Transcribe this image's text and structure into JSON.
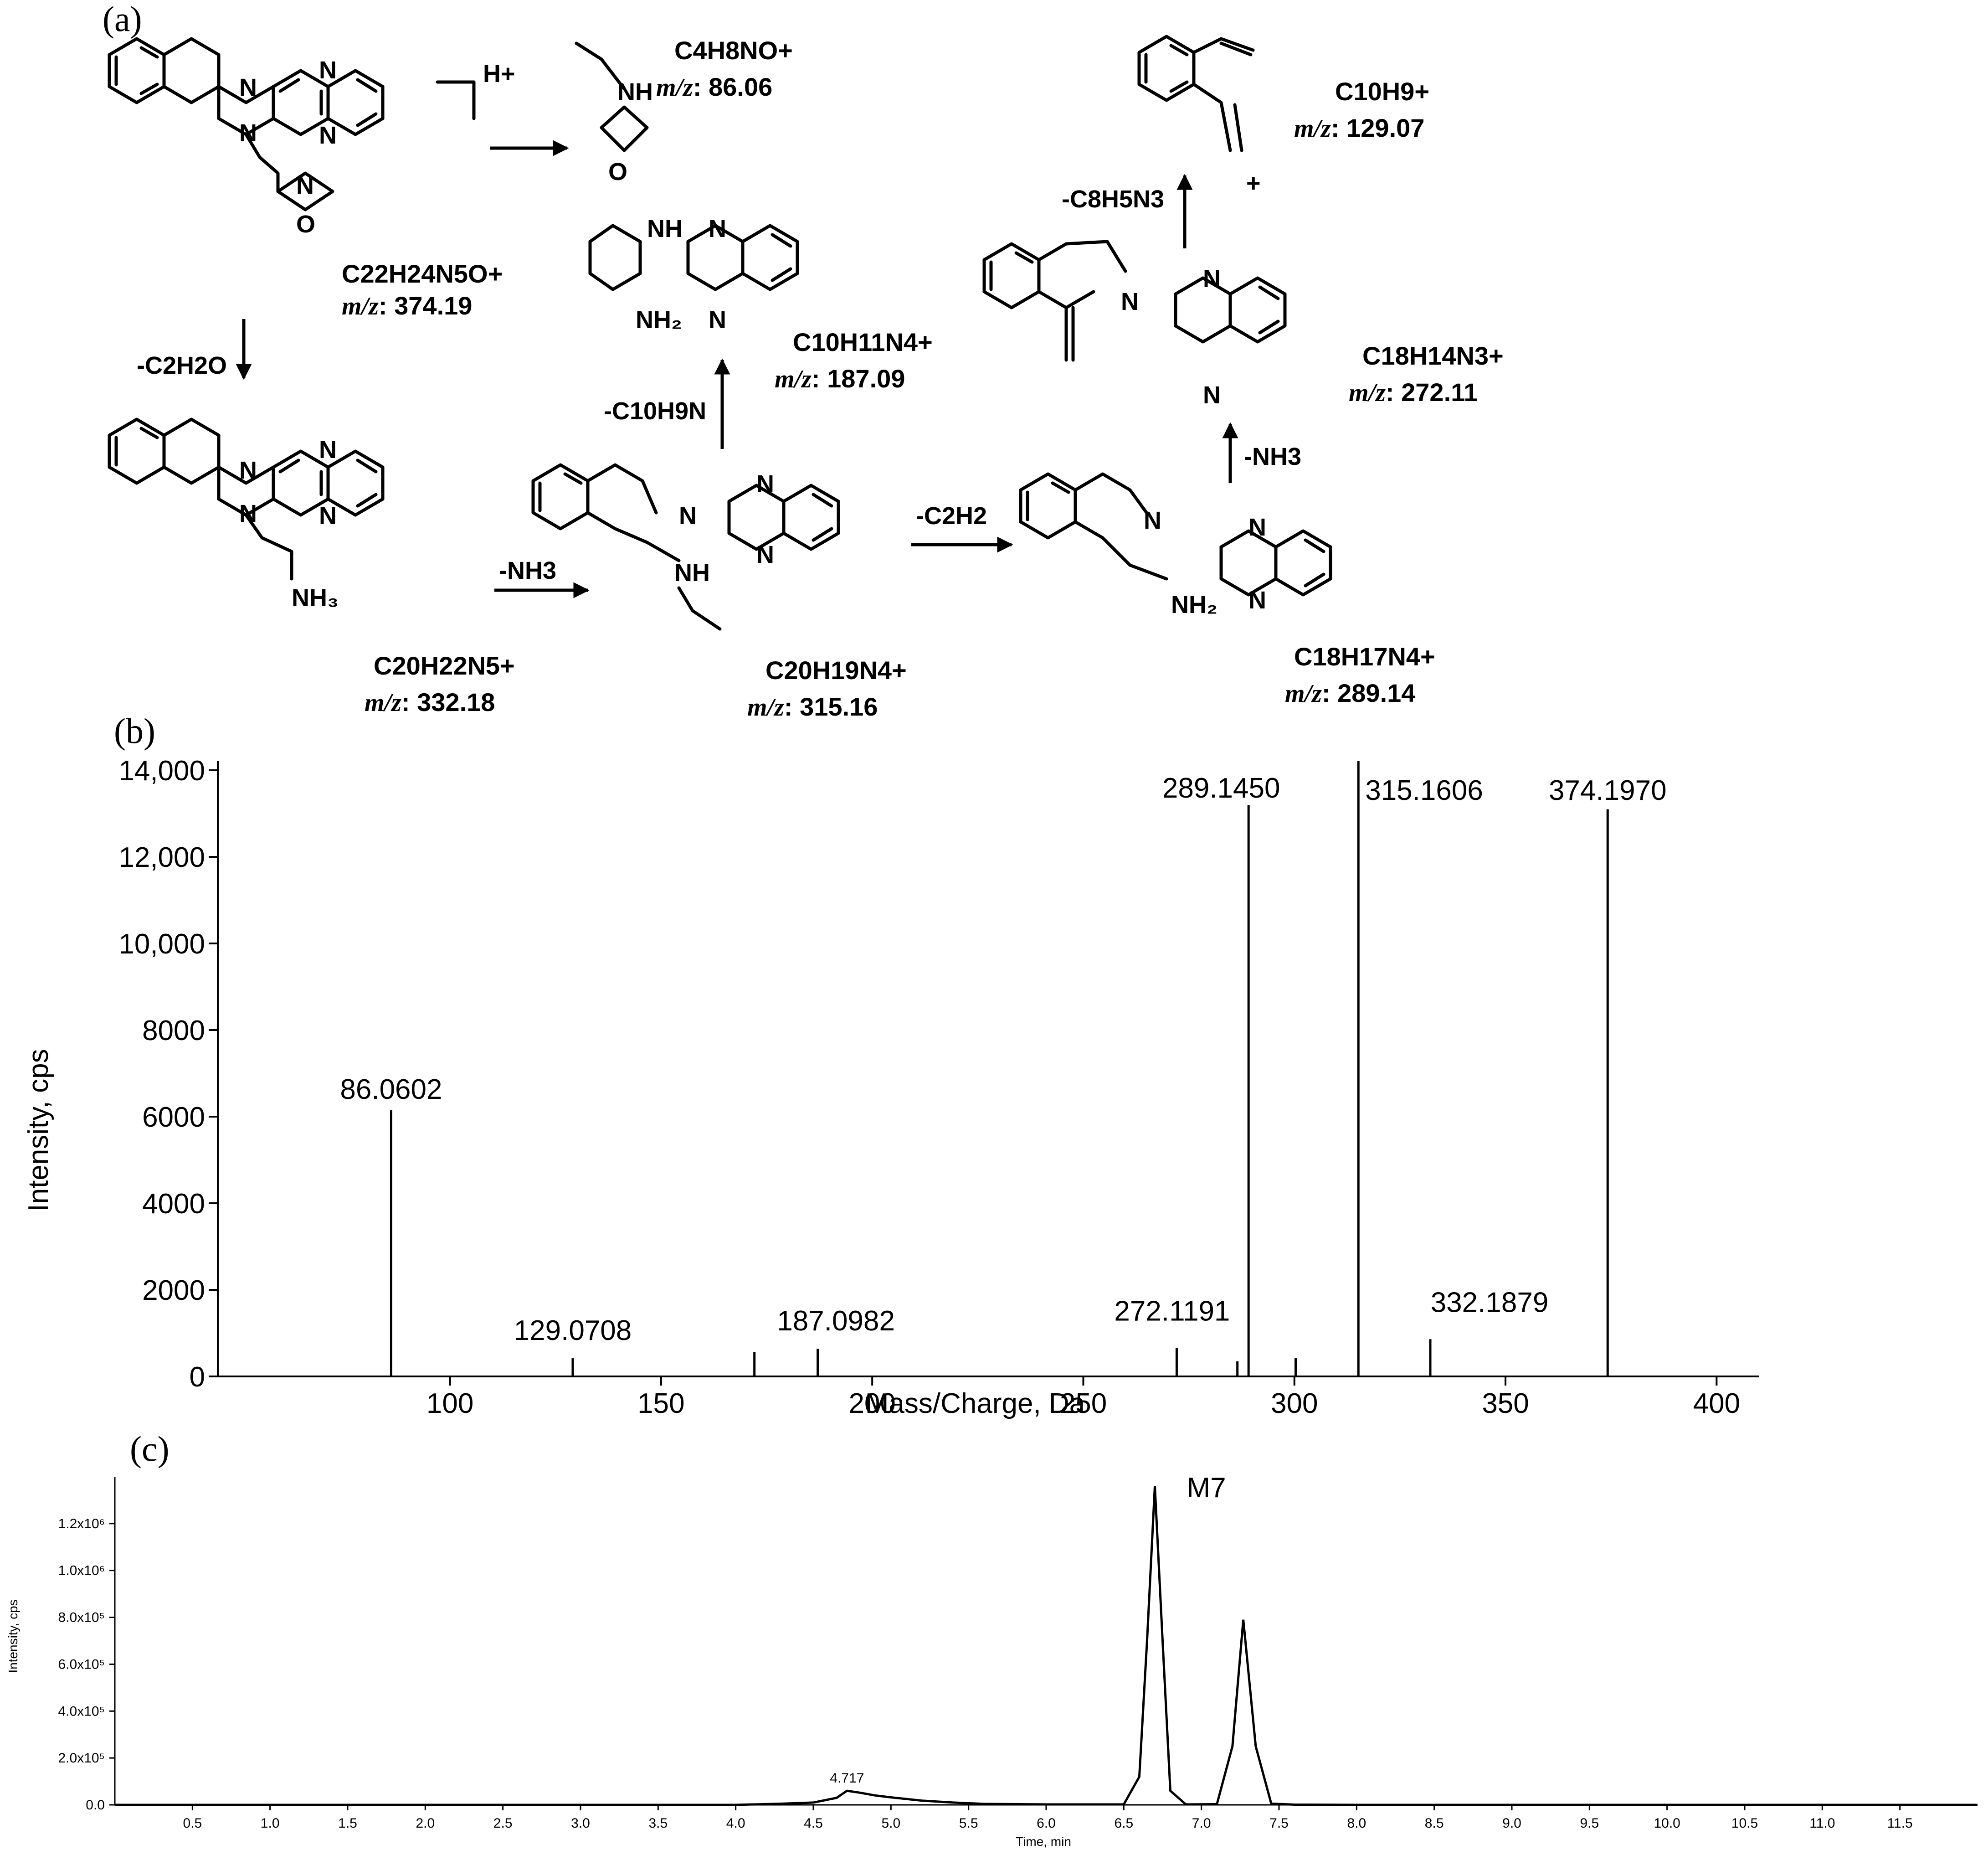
{
  "panel_labels": {
    "a": "(a)",
    "b": "(b)",
    "c": "(c)"
  },
  "scheme": {
    "protonation": "H+",
    "fragments": {
      "parent": {
        "formula": "C22H24N5O+",
        "mz_label": "m/z",
        "mz": "374.19"
      },
      "morpholinium": {
        "formula": "C4H8NO+",
        "mz_label": "m/z",
        "mz": "86.06"
      },
      "aminoethyl": {
        "formula": "C20H22N5+",
        "mz_label": "m/z",
        "mz": "332.18"
      },
      "vinyl": {
        "formula": "C20H19N4+",
        "mz_label": "m/z",
        "mz": "315.16"
      },
      "tetrahydro": {
        "formula": "C10H11N4+",
        "mz_label": "m/z",
        "mz": "187.09"
      },
      "desvinyl": {
        "formula": "C18H17N4+",
        "mz_label": "m/z",
        "mz": "289.14"
      },
      "iminium": {
        "formula": "C18H14N3+",
        "mz_label": "m/z",
        "mz": "272.11"
      },
      "styrene": {
        "formula": "C10H9+",
        "mz_label": "m/z",
        "mz": "129.07"
      }
    },
    "losses": {
      "c2h2o": "-C2H2O",
      "nh3_a": "-NH3",
      "c10h9n": "-C10H9N",
      "c2h2": "-C2H2",
      "nh3_b": "-NH3",
      "c8h5n3": "-C8H5N3"
    }
  },
  "chart_data": [
    {
      "type": "bar",
      "subtype": "mass-spectrum",
      "xlabel": "Mass/Charge, Da",
      "ylabel": "Intensity, cps",
      "xlim": [
        45,
        410
      ],
      "ylim": [
        0,
        14000
      ],
      "xticks": [
        100,
        150,
        200,
        250,
        300,
        350,
        400
      ],
      "yticks": [
        0,
        2000,
        4000,
        6000,
        8000,
        10000,
        12000,
        14000
      ],
      "ytick_labels": [
        "0",
        "2000",
        "4000",
        "6000",
        "8000",
        "10,000",
        "12,000",
        "14,000"
      ],
      "x": [
        86.0602,
        129.0708,
        172.1,
        187.0982,
        272.1191,
        286.5,
        289.145,
        300.3,
        315.1606,
        332.1879,
        374.197
      ],
      "values": [
        6150,
        420,
        560,
        640,
        660,
        350,
        13200,
        420,
        14800,
        860,
        13100
      ],
      "peak_labels": [
        {
          "x": 86.0602,
          "text": "86.0602"
        },
        {
          "x": 129.0708,
          "text": "129.0708"
        },
        {
          "x": 187.0982,
          "text": "187.0982"
        },
        {
          "x": 272.1191,
          "text": "272.1191"
        },
        {
          "x": 289.145,
          "text": "289.1450"
        },
        {
          "x": 315.1606,
          "text": "315.1606"
        },
        {
          "x": 332.1879,
          "text": "332.1879"
        },
        {
          "x": 374.197,
          "text": "374.1970"
        }
      ]
    },
    {
      "type": "line",
      "subtype": "chromatogram",
      "xlabel": "Time, min",
      "ylabel": "Intensity, cps",
      "xlim": [
        0,
        12.0
      ],
      "ylim": [
        0,
        1400000
      ],
      "xticks": [
        0.5,
        1.0,
        1.5,
        2.0,
        2.5,
        3.0,
        3.5,
        4.0,
        4.5,
        5.0,
        5.5,
        6.0,
        6.5,
        7.0,
        7.5,
        8.0,
        8.5,
        9.0,
        9.5,
        10.0,
        10.5,
        11.0,
        11.5
      ],
      "xtick_labels": [
        "0.5",
        "1.0",
        "1.5",
        "2.0",
        "2.5",
        "3.0",
        "3.5",
        "4.0",
        "4.5",
        "5.0",
        "5.5",
        "6.0",
        "6.5",
        "7.0",
        "7.5",
        "8.0",
        "8.5",
        "9.0",
        "9.5",
        "10.0",
        "10.5",
        "11.0",
        "11.5"
      ],
      "yticks": [
        0,
        200000,
        400000,
        600000,
        800000,
        1000000,
        1200000
      ],
      "ytick_labels": [
        "0.0",
        "2.0x10⁵",
        "4.0x10⁵",
        "6.0x10⁵",
        "8.0x10⁵",
        "1.0x10⁶",
        "1.2x10⁶"
      ],
      "series": [
        {
          "x": [
            0.0,
            4.0,
            4.3,
            4.5,
            4.65,
            4.717,
            4.8,
            4.9,
            5.0,
            5.2,
            5.4,
            5.6,
            6.0,
            6.5,
            6.6,
            6.65,
            6.7,
            6.75,
            6.8,
            6.9,
            7.1,
            7.2,
            7.27,
            7.35,
            7.45,
            7.6,
            8.0,
            12.0
          ],
          "values": [
            0,
            0,
            5000,
            10000,
            30000,
            60000,
            52000,
            40000,
            32000,
            18000,
            10000,
            4000,
            2000,
            2000,
            120000,
            700000,
            1360000,
            700000,
            60000,
            2000,
            3000,
            250000,
            790000,
            250000,
            5000,
            1000,
            0,
            0
          ]
        }
      ],
      "annotations": [
        {
          "x": 4.717,
          "text": "4.717"
        },
        {
          "x": 6.7,
          "text": "M7"
        }
      ]
    }
  ]
}
